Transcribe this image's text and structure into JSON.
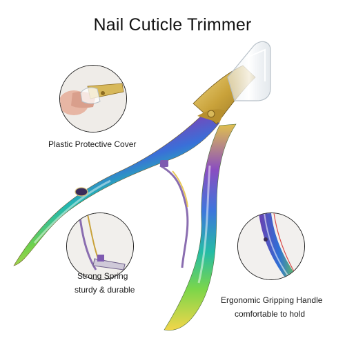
{
  "title": "Nail Cuticle Trimmer",
  "callouts": {
    "cover": "Plastic Protective Cover",
    "spring_line1": "Strong Spring",
    "spring_line2": "sturdy & durable",
    "handle_line1": "Ergonomic Gripping Handle",
    "handle_line2": "comfortable to hold"
  },
  "colors": {
    "background": "#ffffff",
    "gold": "#c9a23a",
    "violet": "#7b3fb8",
    "blue": "#2f6fd6",
    "teal": "#1bb7a0",
    "green": "#6ccf4a",
    "yellow": "#e8d24a"
  }
}
